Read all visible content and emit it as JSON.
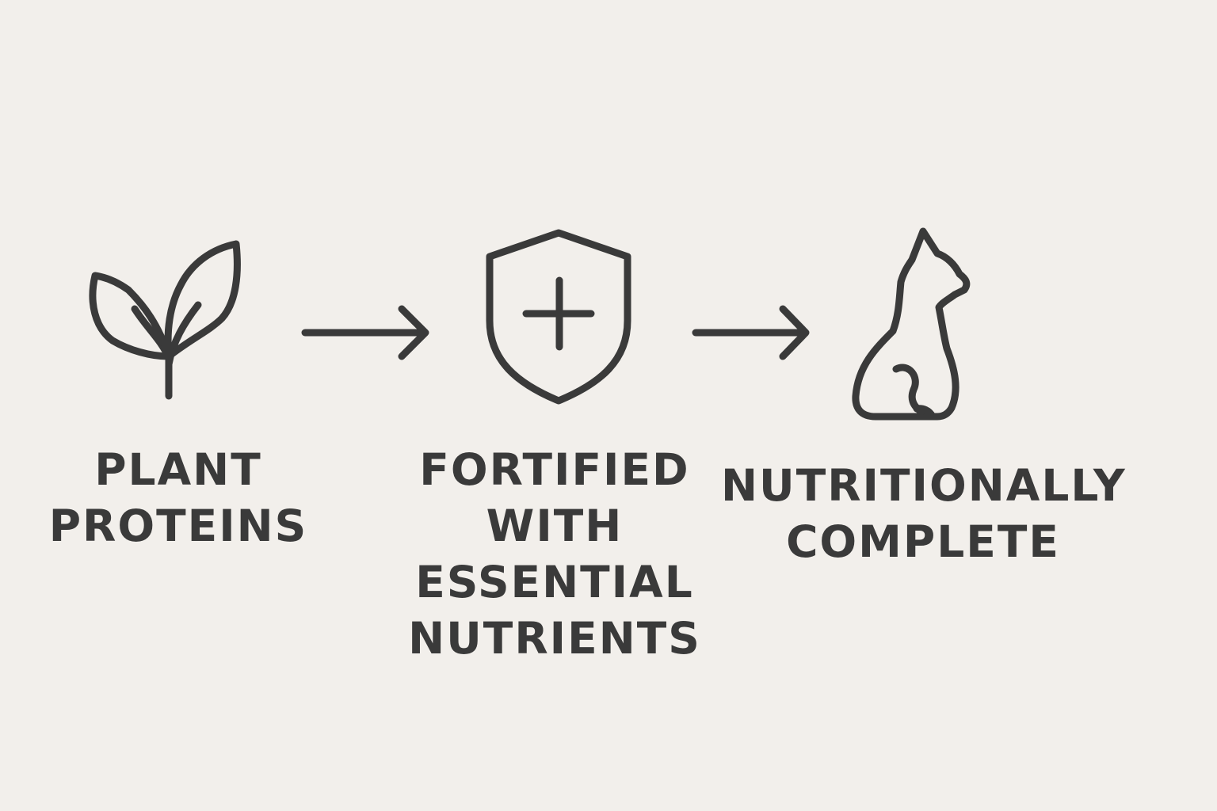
{
  "steps": [
    {
      "icon": "plant-sprout-icon",
      "label_lines": [
        "PLANT",
        "PROTEINS"
      ]
    },
    {
      "icon": "shield-plus-icon",
      "label_lines": [
        "FORTIFIED",
        "WITH",
        "ESSENTIAL",
        "NUTRIENTS"
      ]
    },
    {
      "icon": "cat-icon",
      "label_lines": [
        "NUTRITIONALLY",
        "COMPLETE"
      ]
    }
  ],
  "connectors": [
    "arrow-right-icon",
    "arrow-right-icon"
  ],
  "colors": {
    "background": "#f2efeb",
    "ink": "#3a3a3a"
  }
}
